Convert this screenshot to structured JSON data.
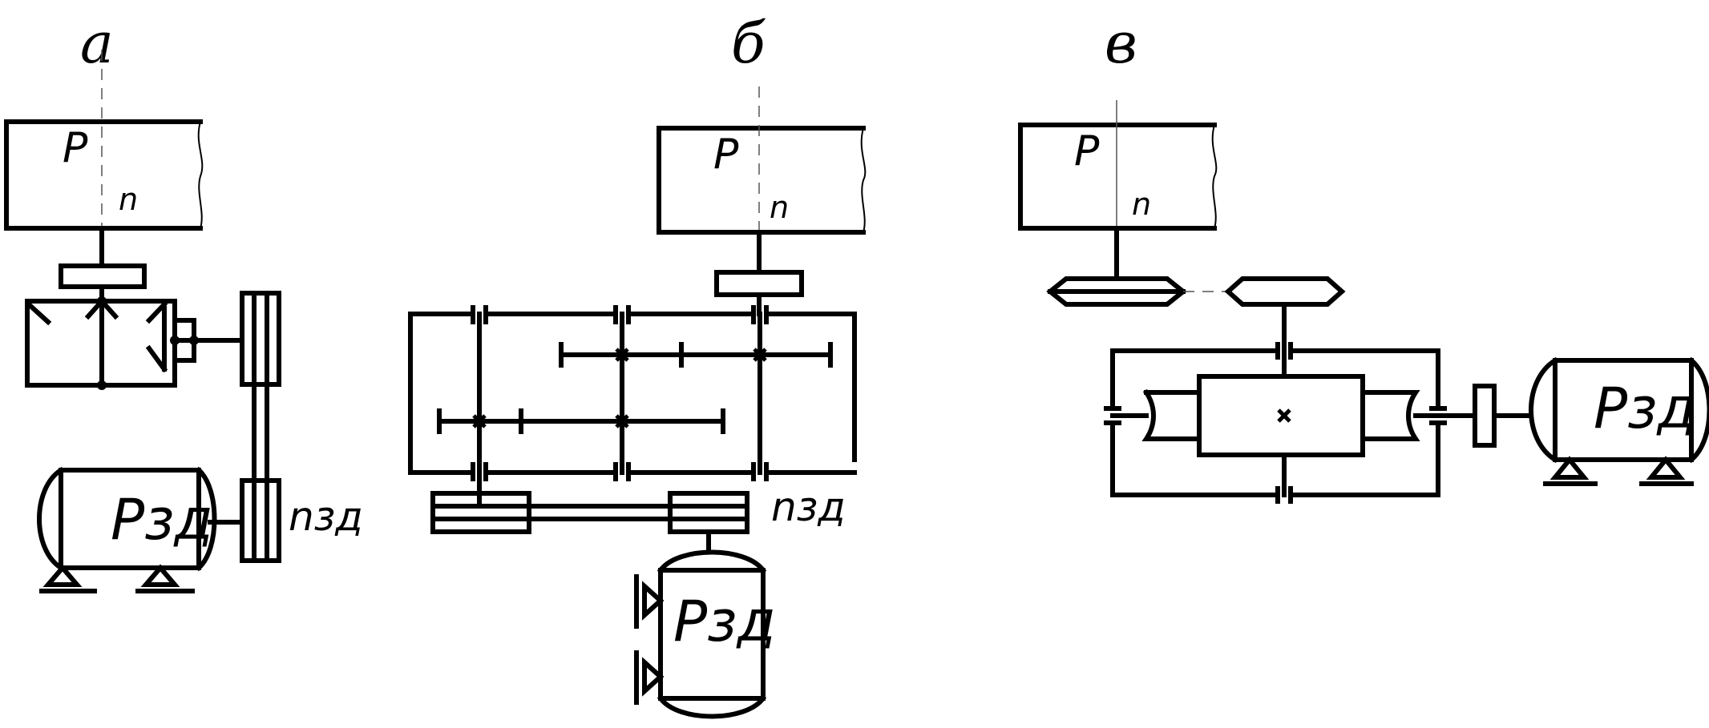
{
  "schemes": {
    "a": {
      "letter": "а",
      "machine_power": "P",
      "machine_speed": "n",
      "motor_power": "Рзд",
      "motor_speed": "nзд"
    },
    "b": {
      "letter": "б",
      "machine_power": "P",
      "machine_speed": "n",
      "motor_power": "Рзд",
      "motor_speed": "nзд"
    },
    "v": {
      "letter": "в",
      "machine_power": "P",
      "machine_speed": "n",
      "motor_power": "Рзд"
    }
  }
}
